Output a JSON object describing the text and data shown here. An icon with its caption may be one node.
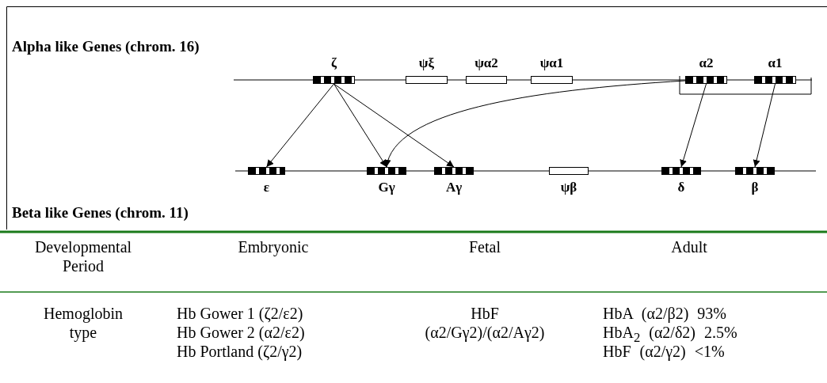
{
  "diagram": {
    "nodes": [
      {
        "text": [
          "ζ"
        ]
      },
      {
        "text": [
          "ψξ"
        ]
      },
      {
        "text": [
          "ψα2"
        ]
      },
      {
        "text": [
          "ψα1"
        ]
      },
      {
        "text": [
          "α2"
        ]
      },
      {
        "text": [
          "α1"
        ]
      },
      {
        "text": [
          "ε"
        ]
      },
      {
        "text": [
          "Gγ"
        ]
      },
      {
        "text": [
          "Aγ"
        ]
      },
      {
        "text": [
          "ψβ"
        ]
      },
      {
        "text": [
          "δ"
        ]
      },
      {
        "text": [
          "β"
        ]
      }
    ],
    "edges": [
      {
        "from": 0,
        "to": 6,
        "arrow": "to"
      },
      {
        "from": 0,
        "to": 7,
        "arrow": "to"
      },
      {
        "from": 0,
        "to": 8,
        "arrow": "to"
      },
      {
        "from": 4,
        "to": 7,
        "arrow": "to"
      },
      {
        "from": 4,
        "to": 10,
        "arrow": "to"
      },
      {
        "from": 5,
        "to": 11,
        "arrow": "to"
      }
    ],
    "labels": [
      "Alpha like Genes (chrom. 16)",
      "Beta like Genes (chrom. 11)",
      "Developmental Period",
      "Embryonic",
      "Fetal",
      "Adult",
      "Hemoglobin type",
      "Hb Gower 1 (ζ2/ε2)",
      "Hb Gower 2 (α2/ε2)",
      "Hb Portland (ζ2/γ2)",
      "HbF",
      "(α2/Gγ2)/(α2/Aγ2)",
      "HbA (α2/β2) 93%",
      "HbA$_{2}$ (α2/δ2) 2.5%",
      "HbF (α2/γ2) <1%"
    ]
  }
}
